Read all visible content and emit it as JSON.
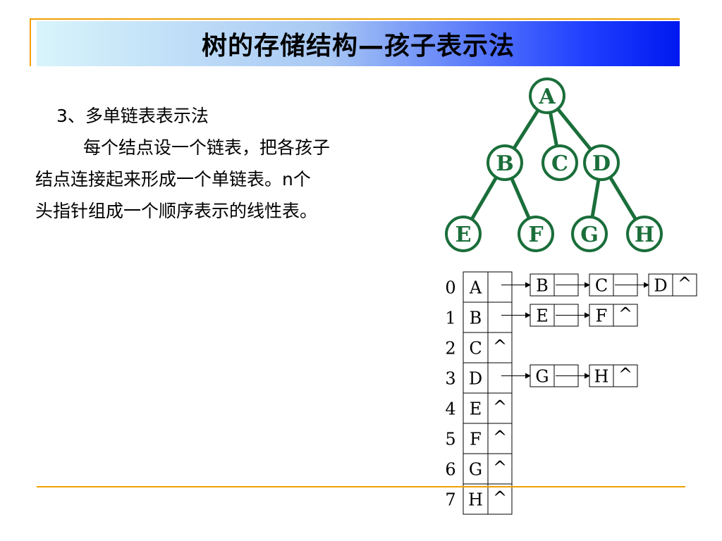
{
  "title": "树的存储结构—孩子表示法",
  "text": {
    "heading": "3、多单链表表示法",
    "lines": [
      "每个结点设一个链表，把各孩子",
      "结点连接起来形成一个单链表。n个",
      "头指针组成一个顺序表示的线性表。"
    ]
  },
  "tree": {
    "node_color": "#1a6e3a",
    "nodes": [
      "A",
      "B",
      "C",
      "D",
      "E",
      "F",
      "G",
      "H"
    ],
    "edges": [
      [
        "A",
        "B"
      ],
      [
        "A",
        "C"
      ],
      [
        "A",
        "D"
      ],
      [
        "B",
        "E"
      ],
      [
        "B",
        "F"
      ],
      [
        "D",
        "G"
      ],
      [
        "D",
        "H"
      ]
    ]
  },
  "table": {
    "rows": [
      {
        "index": "0",
        "data": "A",
        "ptr": "",
        "children": [
          "B",
          "C",
          "D"
        ]
      },
      {
        "index": "1",
        "data": "B",
        "ptr": "",
        "children": [
          "E",
          "F"
        ]
      },
      {
        "index": "2",
        "data": "C",
        "ptr": "^",
        "children": []
      },
      {
        "index": "3",
        "data": "D",
        "ptr": "",
        "children": [
          "G",
          "H"
        ]
      },
      {
        "index": "4",
        "data": "E",
        "ptr": "^",
        "children": []
      },
      {
        "index": "5",
        "data": "F",
        "ptr": "^",
        "children": []
      },
      {
        "index": "6",
        "data": "G",
        "ptr": "^",
        "children": []
      },
      {
        "index": "7",
        "data": "H",
        "ptr": "^",
        "children": []
      }
    ],
    "null_symbol": "^"
  },
  "colors": {
    "accent": "#f0a000",
    "title_gradient_end": "#0018f0"
  }
}
